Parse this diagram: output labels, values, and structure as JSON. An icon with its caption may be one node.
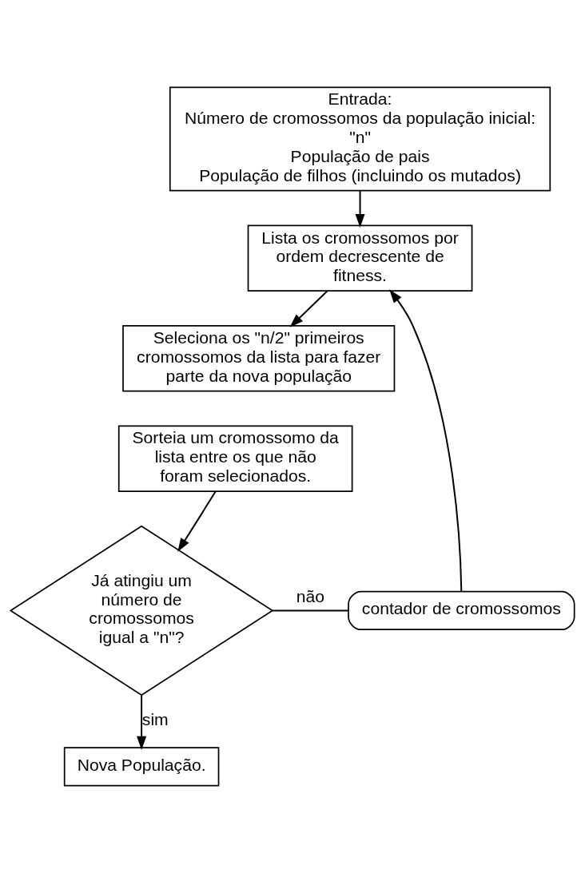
{
  "diagram": {
    "nodes": [
      {
        "text": [
          "Entrada:",
          "Número de cromossomos da população inicial: \"n\"",
          "População de pais",
          "População de filhos (incluindo os mutados)"
        ]
      },
      {
        "text": [
          "Lista os cromossomos por ordem decrescente de fitness."
        ]
      },
      {
        "text": [
          "Seleciona os \"n/2\" primeiros cromossomos da lista para fazer parte da nova população"
        ]
      },
      {
        "text": [
          "Sorteia um cromossomo da lista entre os que não foram selecionados."
        ]
      },
      {
        "text": [
          "contador de cromossomos"
        ]
      },
      {
        "text": [
          "Já atingiu um número de cromossomos igual a \"n\"?"
        ]
      },
      {
        "text": [
          "Nova População."
        ]
      }
    ],
    "edges": [
      {
        "from": 0,
        "to": 1,
        "arrow": "to"
      },
      {
        "from": 1,
        "to": 2,
        "arrow": "to"
      },
      {
        "from": 3,
        "to": 5,
        "arrow": "to"
      },
      {
        "from": 5,
        "to": 4,
        "arrow": "none",
        "label": "não"
      },
      {
        "from": 4,
        "to": 1,
        "arrow": "to"
      },
      {
        "from": 5,
        "to": 6,
        "arrow": "to",
        "label": "sim"
      }
    ]
  }
}
